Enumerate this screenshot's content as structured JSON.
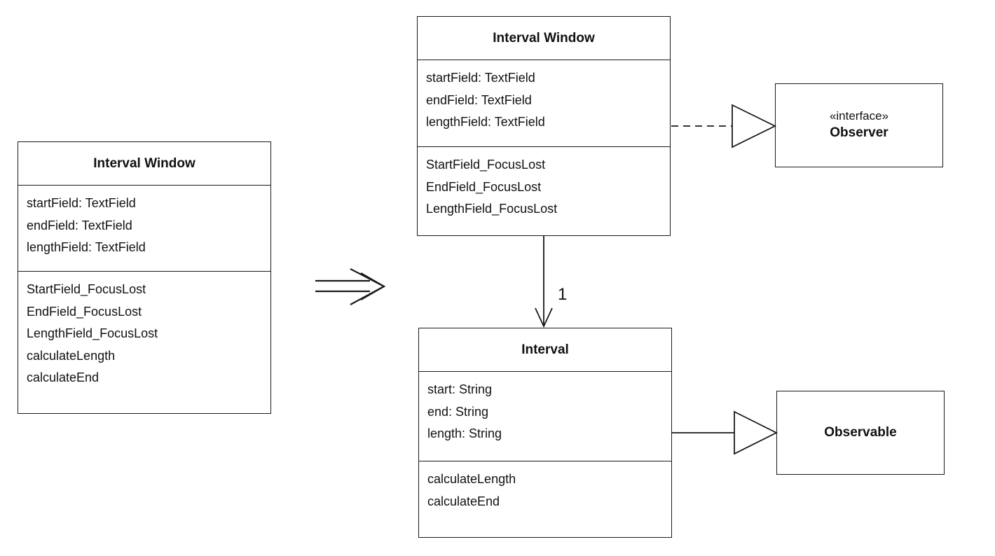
{
  "left_class": {
    "name": "Interval Window",
    "attributes": [
      "startField: TextField",
      "endField: TextField",
      "lengthField: TextField"
    ],
    "operations": [
      "StartField_FocusLost",
      "EndField_FocusLost",
      "LengthField_FocusLost",
      "calculateLength",
      "calculateEnd"
    ]
  },
  "right_window_class": {
    "name": "Interval Window",
    "attributes": [
      "startField: TextField",
      "endField: TextField",
      "lengthField: TextField"
    ],
    "operations": [
      "StartField_FocusLost",
      "EndField_FocusLost",
      "LengthField_FocusLost"
    ]
  },
  "interval_class": {
    "name": "Interval",
    "attributes": [
      "start: String",
      "end: String",
      "length: String"
    ],
    "operations": [
      "calculateLength",
      "calculateEnd"
    ]
  },
  "observer": {
    "stereotype": "«interface»",
    "name": "Observer"
  },
  "observable": {
    "name": "Observable"
  },
  "association": {
    "multiplicity": "1"
  }
}
